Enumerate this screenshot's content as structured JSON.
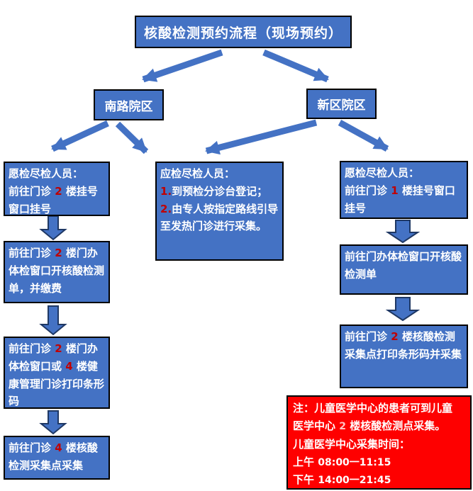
{
  "title": "核酸检测预约流程（现场预约）",
  "campus_south": "南路院区",
  "campus_new": "新区院区",
  "boxes": {
    "l1": {
      "heading": "愿检尽检人员：",
      "pre": "前往门诊 ",
      "num": "2",
      "post": " 楼挂号窗口挂号"
    },
    "l2": {
      "pre": "前往门诊 ",
      "num": "2",
      "post": " 楼门办体检窗口开核酸检测单，并缴费"
    },
    "l3": {
      "pre": "前往门诊 ",
      "num1": "2",
      "mid": " 楼门办体检窗口或 ",
      "num2": "4",
      "post": " 楼健康管理门诊打印条形码"
    },
    "l4": {
      "pre": "前往门诊 ",
      "num": "4",
      "post": " 楼核酸检测采集点采集"
    },
    "middle": {
      "heading": "应检尽检人员：",
      "item1_num": "1.",
      "item1_text": "到预检分诊台登记；",
      "item2_num": "2.",
      "item2_text": "由专人按指定路线引导至发热门诊进行采集。"
    },
    "r1": {
      "heading": "愿检尽检人员：",
      "pre": "前往门诊 ",
      "num": "1",
      "post": " 楼挂号窗口挂号"
    },
    "r2": {
      "text": "前往门办体检窗口开核酸检测单"
    },
    "r3": {
      "pre": "前往门诊 ",
      "num": "2",
      "post": " 楼核酸检测采集点打印条形码并采集"
    }
  },
  "note": {
    "line1": "注：儿童医学中心的患者可到儿童",
    "line2_pre": "医学中心 ",
    "line2_num": "2",
    "line2_post": " 楼核酸检测点采集。",
    "line3": "儿童医学中心采集时间：",
    "am_label": "上午 ",
    "am_time": "08:00一11:15",
    "pm_label": "下午 ",
    "pm_time": "14:00一21:45"
  },
  "colors": {
    "box_fill": "#4472C4",
    "arrow_fill": "#4472C4",
    "arrow_outline": "#1F3864",
    "number_red": "#C00000",
    "note_bg": "#FE0000"
  }
}
